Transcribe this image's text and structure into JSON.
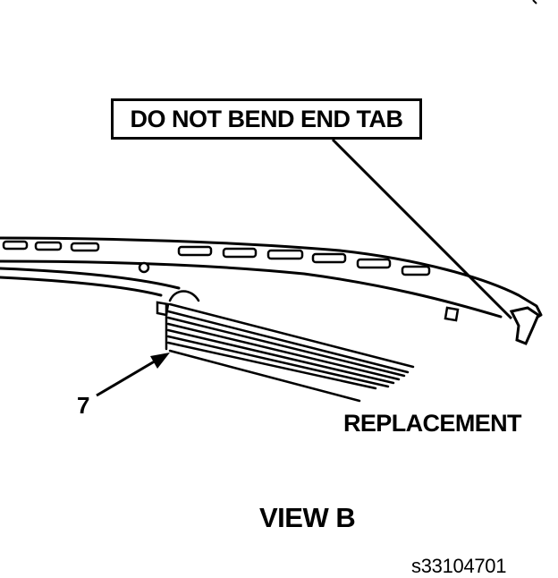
{
  "callout": {
    "text": "DO NOT BEND END TAB"
  },
  "item_number": "7",
  "part_label": "REPLACEMENT",
  "view_title": "VIEW B",
  "figure_code": "s33104701"
}
